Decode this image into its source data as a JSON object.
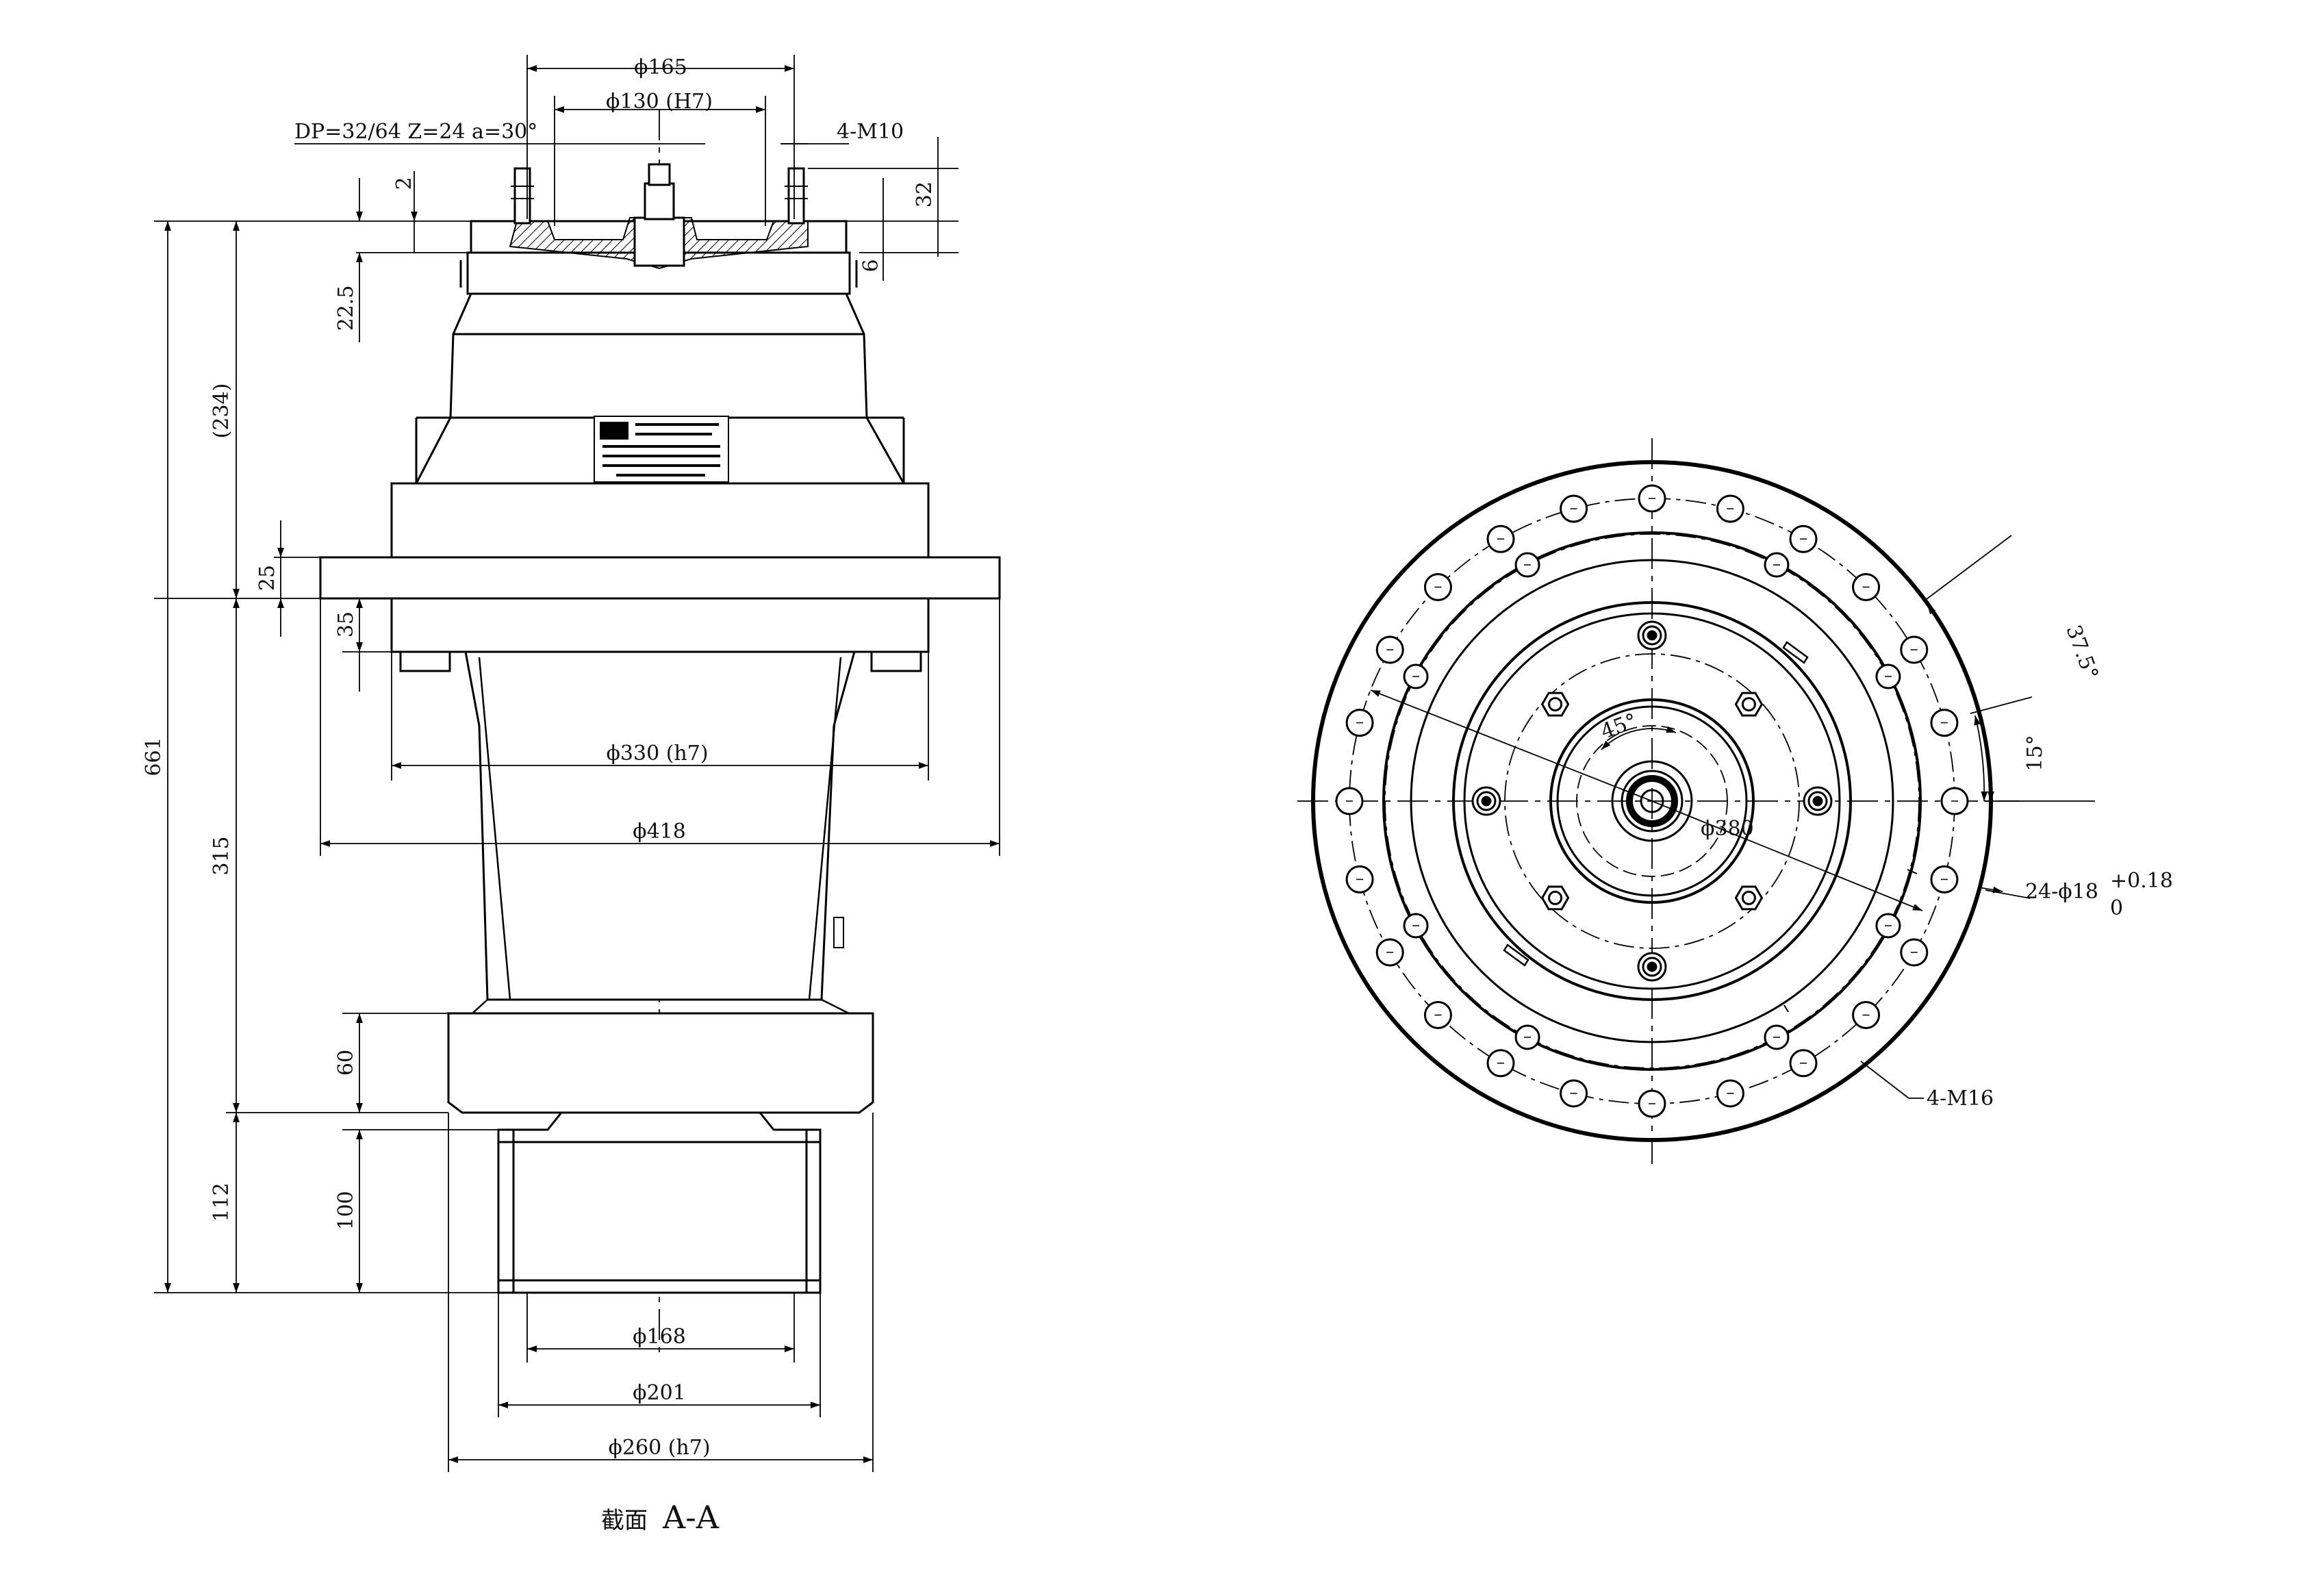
{
  "section_view": {
    "caption_prefix": "截面",
    "caption_name": "A-A",
    "dims": {
      "d165": "ϕ165",
      "d130": "ϕ130 (H7)",
      "spline": "DP=32/64 Z=24 a=30°",
      "m10": "4-M10",
      "t2": "2",
      "t32": "32",
      "t6": "6",
      "t22_5": "22.5",
      "t234": "(234)",
      "t661": "661",
      "t25": "25",
      "t35": "35",
      "t315": "315",
      "t60": "60",
      "t112": "112",
      "t100": "100",
      "d330": "ϕ330 (h7)",
      "d418": "ϕ418",
      "d168": "ϕ168",
      "d201": "ϕ201",
      "d260": "ϕ260 (h7)"
    }
  },
  "front_view": {
    "dims": {
      "angle37": "37.5°",
      "angle15": "15°",
      "angle45": "45°",
      "d380": "ϕ380",
      "holes": "24-ϕ18",
      "tol_upper": "+0.18",
      "tol_lower": "0",
      "m16": "4-M16"
    }
  }
}
